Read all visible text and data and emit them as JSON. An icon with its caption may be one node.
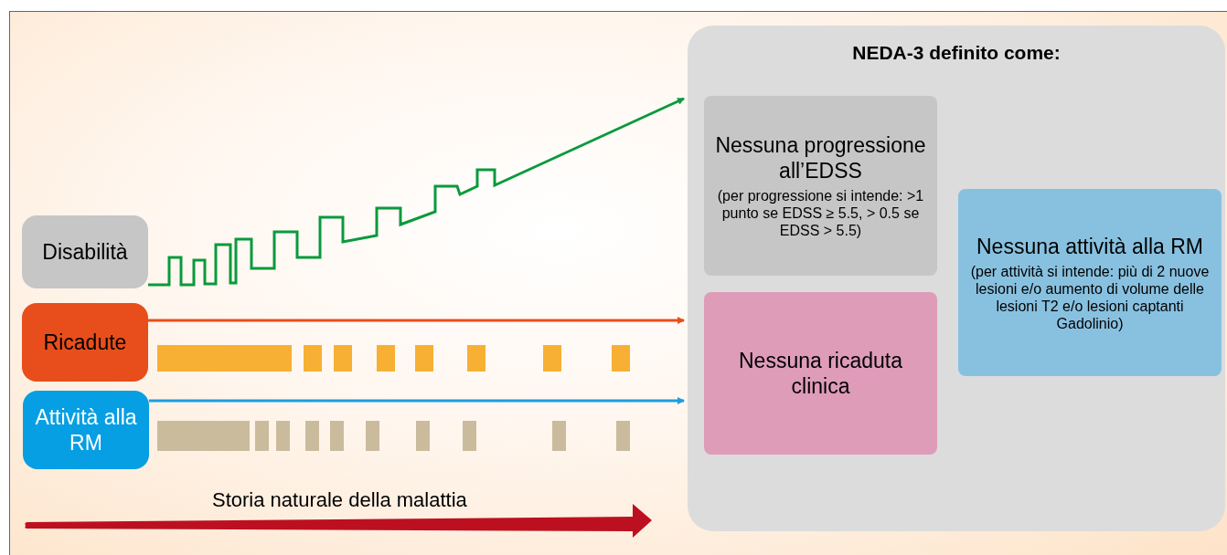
{
  "diagram": {
    "nodes": [
      {
        "text": [
          "Disabilità"
        ]
      },
      {
        "text": [
          "Ricadute"
        ]
      },
      {
        "text": [
          "Attività alla RM"
        ]
      },
      {
        "text": [
          "NEDA-3 definito come:"
        ]
      },
      {
        "text": [
          "Nessuna progressione all’EDSS",
          "(per progressione si intende: >1 punto se EDSS ≥ 5.5, > 0.5 se EDSS > 5.5)"
        ],
        "in": 3
      },
      {
        "text": [
          "Nessuna ricaduta clinica"
        ],
        "in": 3
      },
      {
        "text": [
          "Nessuna attività alla RM",
          "(per attività si intende: più di 2 nuove lesioni e/o aumento di volume delle lesioni T2 e/o lesioni captanti Gadolinio)"
        ],
        "in": 3
      }
    ],
    "edges": [
      {
        "from": 0,
        "to": 3,
        "arrow": "to",
        "color": "#0a9a3c"
      },
      {
        "from": 1,
        "to": 3,
        "arrow": "to",
        "color": "#e84e1b"
      },
      {
        "from": 2,
        "to": 3,
        "arrow": "to",
        "color": "#1a9ee0"
      }
    ],
    "labels": [
      "Storia naturale della malattia"
    ]
  }
}
